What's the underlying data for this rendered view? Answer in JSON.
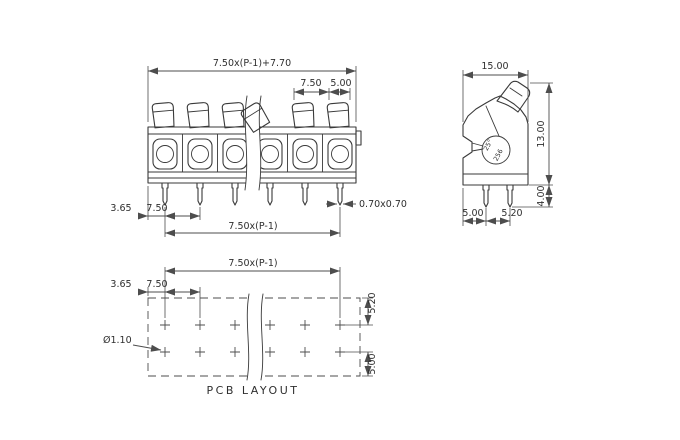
{
  "front_view": {
    "dim_overall_top": "7.50x(P-1)+7.70",
    "dim_pitch_top": "7.50",
    "dim_lever_width": "5.00",
    "dim_edge_to_pin": "3.65",
    "dim_pitch_bottom": "7.50",
    "dim_pin_size": "0.70x0.70",
    "dim_pitch_span": "7.50x(P-1)"
  },
  "side_view": {
    "dim_width": "15.00",
    "dim_height": "13.00",
    "dim_pin_length": "4.00",
    "dim_edge_to_pin": "5.00",
    "dim_pin_row_spacing": "5.20",
    "marking_angle": "25°",
    "marking_series": "256"
  },
  "pcb_layout": {
    "dim_pitch_span": "7.50x(P-1)",
    "dim_edge_to_hole": "3.65",
    "dim_pitch": "7.50",
    "dim_row_top": "5.20",
    "dim_row_bottom": "5.00",
    "hole_diameter": "Ø1.10",
    "caption": "PCB LAYOUT"
  },
  "colors": {
    "line": "#3a3a3a",
    "dimension": "#4d4d4d",
    "text": "#2f2f2f",
    "background": "#ffffff"
  }
}
